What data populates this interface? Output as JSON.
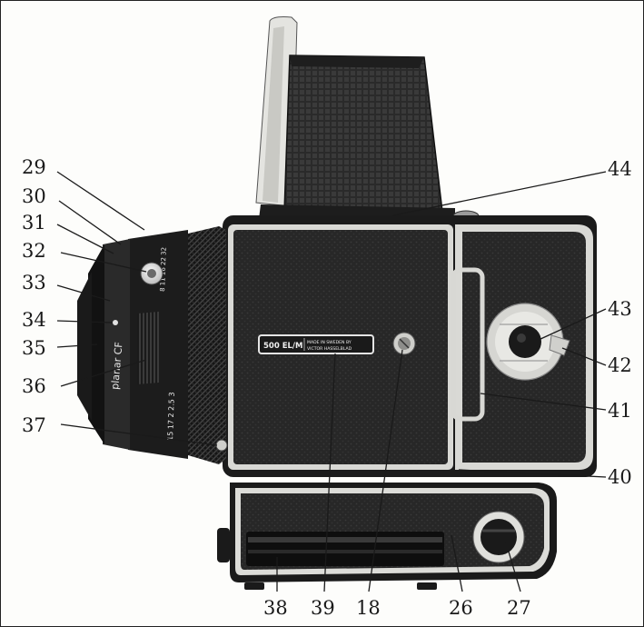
{
  "nameplate": {
    "model": "500 EL/M",
    "line1": "MADE IN SWEDEN BY",
    "line2": "VICTOR HASSELBLAD"
  },
  "lens": {
    "brand": "planar CF",
    "distance_scale": "15   17   2   2.5   3",
    "depth_scale": "8  11  16  22  32"
  },
  "callouts": [
    {
      "num": "29"
    },
    {
      "num": "30"
    },
    {
      "num": "31"
    },
    {
      "num": "32"
    },
    {
      "num": "33"
    },
    {
      "num": "34"
    },
    {
      "num": "35"
    },
    {
      "num": "36"
    },
    {
      "num": "37"
    },
    {
      "num": "44"
    },
    {
      "num": "43"
    },
    {
      "num": "42"
    },
    {
      "num": "41"
    },
    {
      "num": "40"
    },
    {
      "num": "38"
    },
    {
      "num": "39"
    },
    {
      "num": "18"
    },
    {
      "num": "26"
    },
    {
      "num": "27"
    }
  ],
  "colors": {
    "body_black": "#1c1c1c",
    "leatherette": "#262626",
    "chrome": "#e6e6e2",
    "ink": "#1a1a1a"
  }
}
